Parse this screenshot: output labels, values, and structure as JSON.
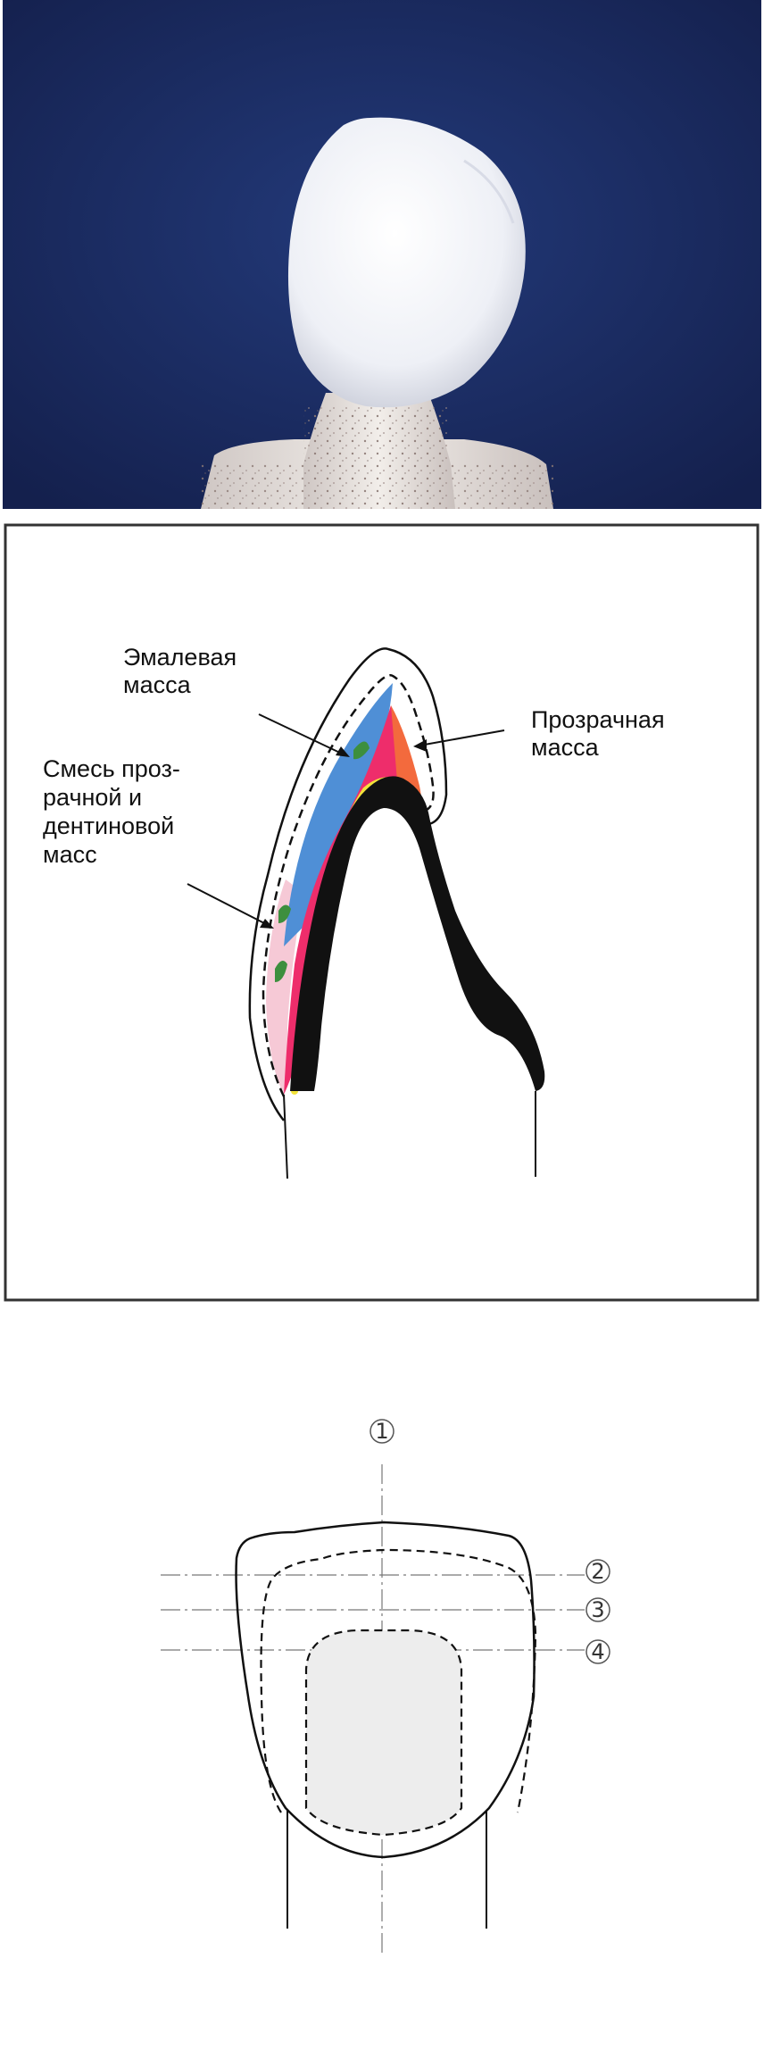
{
  "photo": {
    "background_color": "#1a2a5e",
    "crown_color": "#eef0f6",
    "stand_color": "#d9d2cf"
  },
  "cross_section": {
    "labels": {
      "enamel_line1": "Эмалевая",
      "enamel_line2": "масса",
      "transparent_line1": "Прозрачная",
      "transparent_line2": "масса",
      "mixture_line1": "Смесь проз-",
      "mixture_line2": "рачной и",
      "mixture_line3": "дентиновой",
      "mixture_line4": "масс"
    },
    "colors": {
      "enamel": "#4f8fd6",
      "dentine": "#ee2d6b",
      "mixture": "#f6c9d6",
      "liner": "#f3e33a",
      "framework": "#111111",
      "accent": "#3d8f3e",
      "transparent": "#f36a3d"
    }
  },
  "front_view": {
    "markers": [
      "1",
      "2",
      "3",
      "4"
    ],
    "inner_fill": "#ededed"
  }
}
